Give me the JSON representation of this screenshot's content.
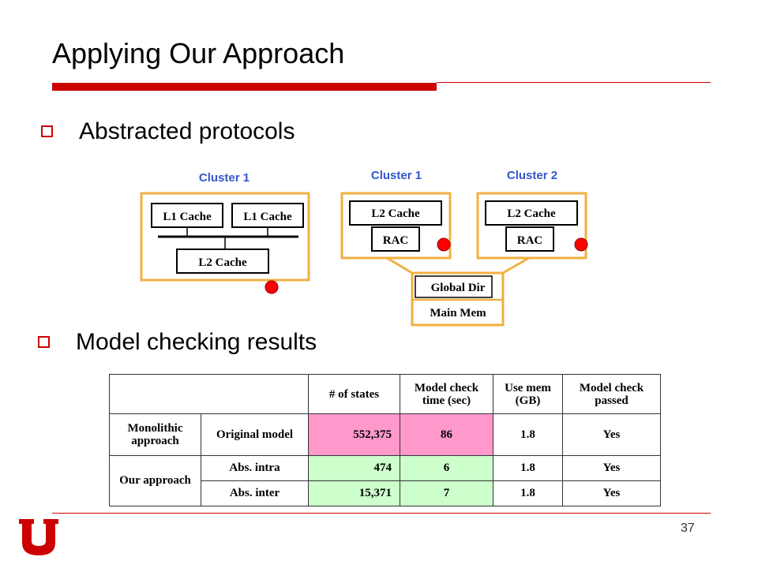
{
  "slide": {
    "title": "Applying Our Approach",
    "bullets": [
      "Abstracted protocols",
      "Model checking results"
    ],
    "page_number": "37"
  },
  "diagram": {
    "left": {
      "cluster_label": "Cluster 1",
      "l1a": "L1 Cache",
      "l1b": "L1 Cache",
      "l2": "L2 Cache"
    },
    "right": {
      "cluster1_label": "Cluster 1",
      "cluster2_label": "Cluster 2",
      "c1_l2": "L2 Cache",
      "c1_rac": "RAC",
      "c2_l2": "L2 Cache",
      "c2_rac": "RAC",
      "global_dir": "Global Dir",
      "main_mem": "Main Mem"
    }
  },
  "table": {
    "headers": [
      "# of states",
      "Model check time (sec)",
      "Use mem (GB)",
      "Model check passed"
    ],
    "rows": [
      {
        "group": "Monolithic approach",
        "model": "Original model",
        "states": "552,375",
        "time": "86",
        "mem": "1.8",
        "passed": "Yes"
      },
      {
        "group": "Our approach",
        "model": "Abs. intra",
        "states": "474",
        "time": "6",
        "mem": "1.8",
        "passed": "Yes"
      },
      {
        "group": "",
        "model": "Abs. inter",
        "states": "15,371",
        "time": "7",
        "mem": "1.8",
        "passed": "Yes"
      }
    ]
  },
  "colors": {
    "accent_red": "#cc0000",
    "cluster_border": "#f0b040",
    "cluster_label": "#3355cc",
    "pink_cell": "#ff99cc",
    "green_cell": "#ccffcc",
    "marker_red": "#ff0000"
  },
  "logo": {
    "icon": "block-u-logo"
  }
}
